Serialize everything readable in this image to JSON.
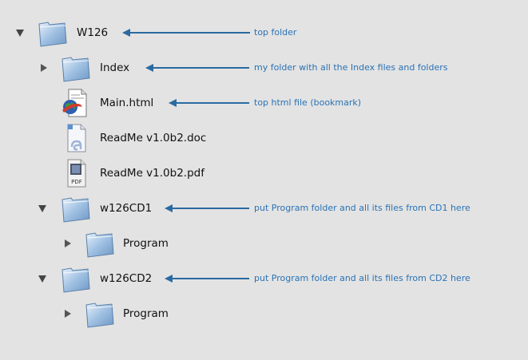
{
  "tree": {
    "rows": [
      {
        "label": "W126",
        "icon": "folder-icon",
        "expander": "down",
        "annotation": "top folder"
      },
      {
        "label": "Index",
        "icon": "folder-icon",
        "expander": "right",
        "annotation": "my folder with all the Index files and folders"
      },
      {
        "label": "Main.html",
        "icon": "html-file-icon",
        "expander": "none",
        "annotation": "top html file (bookmark)"
      },
      {
        "label": "ReadMe v1.0b2.doc",
        "icon": "doc-file-icon",
        "expander": "none",
        "annotation": ""
      },
      {
        "label": "ReadMe v1.0b2.pdf",
        "icon": "pdf-file-icon",
        "icon_text": "PDF",
        "expander": "none",
        "annotation": ""
      },
      {
        "label": "w126CD1",
        "icon": "folder-icon",
        "expander": "down",
        "annotation": "put Program folder and all its files from CD1 here"
      },
      {
        "label": "Program",
        "icon": "folder-icon",
        "expander": "right",
        "annotation": ""
      },
      {
        "label": "w126CD2",
        "icon": "folder-icon",
        "expander": "down",
        "annotation": "put Program folder and all its files from CD2 here"
      },
      {
        "label": "Program",
        "icon": "folder-icon",
        "expander": "right",
        "annotation": ""
      }
    ]
  },
  "colors": {
    "background": "#e3e3e3",
    "annotation": "#2a72b5",
    "arrow": "#2a6aa0",
    "folder": "#8fb3d9"
  }
}
